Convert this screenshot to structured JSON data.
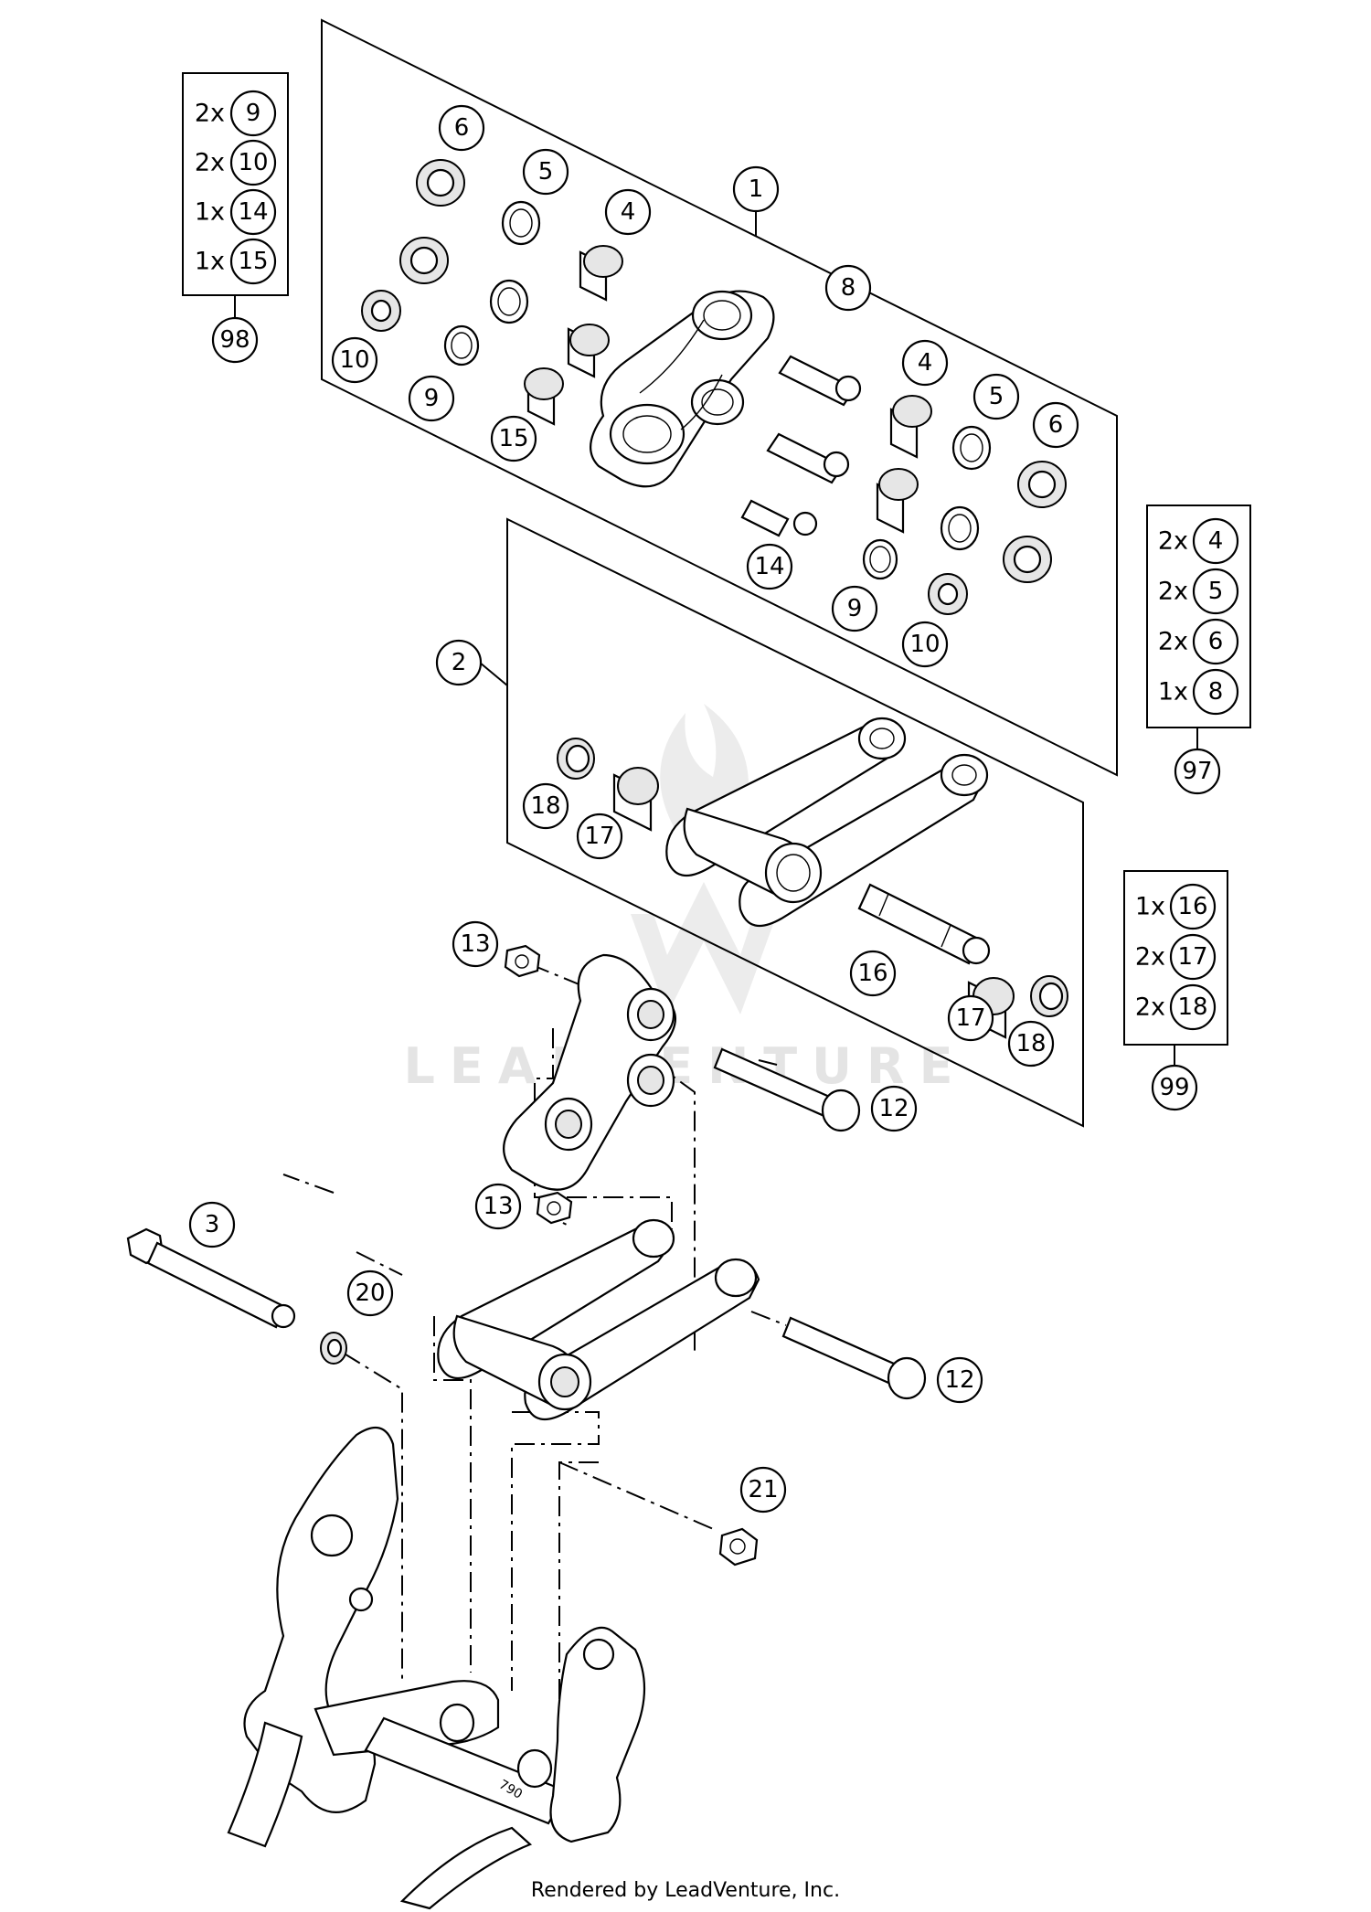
{
  "footer_text": "Rendered by LeadVenture, Inc.",
  "watermark_text": "LEADVENTURE",
  "callouts": {
    "c1": "1",
    "c2": "2",
    "c3": "3",
    "c4a": "4",
    "c4b": "4",
    "c5a": "5",
    "c5b": "5",
    "c6a": "6",
    "c6b": "6",
    "c8": "8",
    "c9a": "9",
    "c9b": "9",
    "c10a": "10",
    "c10b": "10",
    "c12a": "12",
    "c12b": "12",
    "c13a": "13",
    "c13b": "13",
    "c14": "14",
    "c15": "15",
    "c16": "16",
    "c17a": "17",
    "c17b": "17",
    "c18a": "18",
    "c18b": "18",
    "c20": "20",
    "c21": "21"
  },
  "kits": {
    "k98": {
      "id": "98",
      "items": [
        {
          "qty": "2x",
          "ref": "9"
        },
        {
          "qty": "2x",
          "ref": "10"
        },
        {
          "qty": "1x",
          "ref": "14"
        },
        {
          "qty": "1x",
          "ref": "15"
        }
      ]
    },
    "k97": {
      "id": "97",
      "items": [
        {
          "qty": "2x",
          "ref": "4"
        },
        {
          "qty": "2x",
          "ref": "5"
        },
        {
          "qty": "2x",
          "ref": "6"
        },
        {
          "qty": "1x",
          "ref": "8"
        }
      ]
    },
    "k99": {
      "id": "99",
      "items": [
        {
          "qty": "1x",
          "ref": "16"
        },
        {
          "qty": "2x",
          "ref": "17"
        },
        {
          "qty": "2x",
          "ref": "18"
        }
      ]
    }
  }
}
